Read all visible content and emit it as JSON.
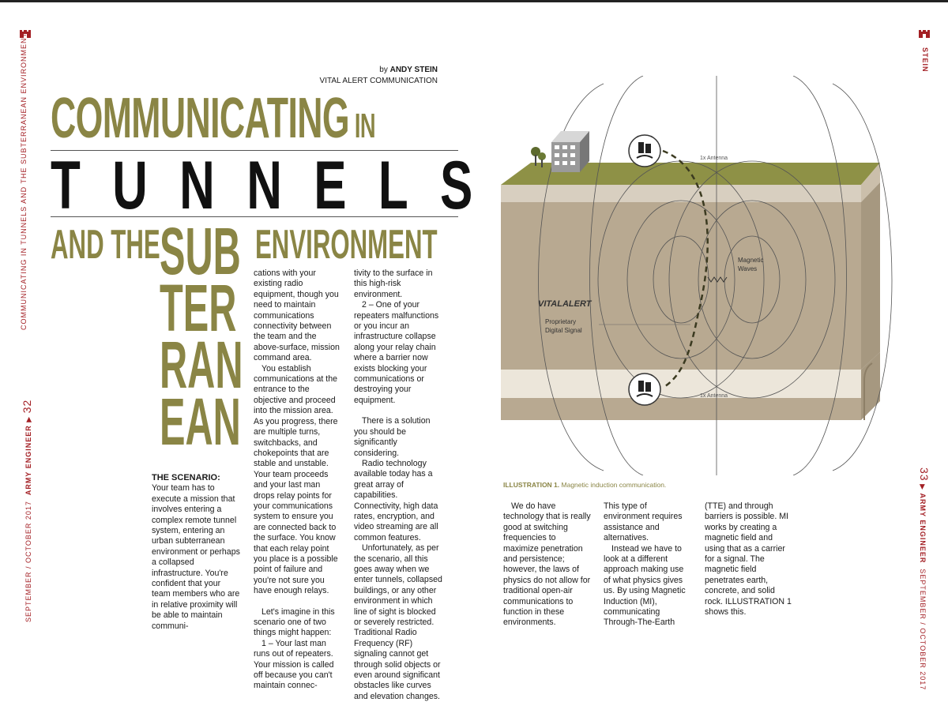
{
  "byline": {
    "by": "by ",
    "author": "ANDY STEIN",
    "org": "VITAL ALERT COMMUNICATION"
  },
  "title": {
    "line1_main": "COMMUNICATING",
    "line1_small": " IN",
    "line2": "TUNNELS",
    "line3_left": "AND THE",
    "line3_right": "ENVIRONMENT",
    "stacked": [
      "SUB",
      "TER",
      "RAN",
      "EAN"
    ]
  },
  "running_heads": {
    "left_vertical": "COMMUNICATING IN TUNNELS AND THE SUBTERRANEAN ENVIRONMENT",
    "right_vertical": "STEIN"
  },
  "folios": {
    "left": {
      "date": "SEPTEMBER / OCTOBER 2017",
      "mag": "ARMY ENGINEER",
      "arrow": "▶",
      "page": "32"
    },
    "right": {
      "date": "SEPTEMBER / OCTOBER 2017",
      "mag": "ARMY ENGINEER",
      "arrow": "▶",
      "page": "33"
    }
  },
  "article": {
    "scenario_heading": "THE SCENARIO:",
    "col1": "Your team has to execute a mission that involves entering a complex remote tunnel system, entering an urban subterranean environment or perhaps a collapsed infrastructure. You're confident that your team members who are in relative proximity will be able to maintain communi-",
    "col2": [
      "cations with your existing radio equipment, though you need to maintain communications connectivity between the team and the above-surface, mission command area.",
      "You establish communications at the entrance to the objective and proceed into the mission area. As you progress, there are multiple turns, switchbacks, and chokepoints that are stable and unstable. Your team proceeds and your last man drops relay points for your communications system to ensure you are connected back to the surface. You know that each relay point you place is a possible point of failure and you're not sure you have enough relays.",
      "Let's imagine in this scenario one of two things might happen:",
      "1 – Your last man runs out of repeaters. Your mission is called off because you can't maintain connec-"
    ],
    "col3": [
      "tivity to the surface in this high-risk environment.",
      "2 – One of your repeaters malfunctions or you incur an infrastructure collapse along your relay chain where a barrier now exists blocking your communications or destroying your equipment.",
      "There is a solution you should be significantly considering.",
      "Radio technology available today has a great array of capabilities. Connectivity, high data rates, encryption, and video streaming are all common features.",
      "Unfortunately, as per the scenario, all this goes away when we enter tunnels, collapsed buildings, or any other environment in which line of sight is blocked or severely restricted. Traditional Radio Frequency (RF) signaling cannot get through solid objects or even around significant obstacles like curves and elevation changes."
    ],
    "col4": "We do have technology that is really good at switching frequencies to maximize penetration and persistence; however, the laws of physics do not allow for traditional open-air communications to function in these environments.",
    "col5": [
      "This type of environment requires assistance and alternatives.",
      "Instead we have to look at a different approach making use of what physics gives us. By using Magnetic Induction (MI), communicating Through-The-Earth"
    ],
    "col6": "(TTE) and through barriers is possible. MI works by creating a magnetic field and using that as a carrier for a signal. The magnetic field penetrates earth, concrete, and solid rock. ILLUSTRATION 1 shows this."
  },
  "illustration": {
    "caption_label": "ILLUSTRATION 1.",
    "caption_text": " Magnetic induction communication.",
    "label_antenna_top": "1x Antenna",
    "label_antenna_bottom": "1x Antenna",
    "label_waves_1": "Magnetic",
    "label_waves_2": "Waves",
    "logo": "VITALALERT",
    "label_signal_1": "Proprietary",
    "label_signal_2": "Digital Signal"
  },
  "colors": {
    "olive": "#8a8545",
    "red": "#a31f24",
    "ground": "#b9ab92",
    "grass": "#7d8a3e"
  }
}
